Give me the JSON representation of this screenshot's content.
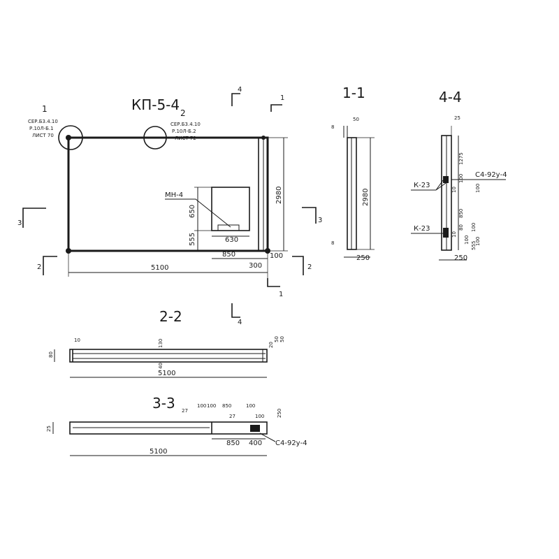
{
  "main_view": {
    "title": "КП-5-4",
    "callout_1": {
      "num": "1",
      "ref_line1": "СЕР.Б3.4.10",
      "ref_line2": "Р.10Л-Б.1",
      "ref_line3": "ЛИСТ 70"
    },
    "callout_2": {
      "num": "2",
      "ref_line1": "СЕР.Б3.4.10",
      "ref_line2": "Р.10Л-Б.2",
      "ref_line3": "ЛИСТ 72"
    },
    "embedded_label": "МН-4",
    "dims": {
      "h650": "650",
      "h555": "555",
      "w630": "630",
      "w850": "850",
      "w5100": "5100",
      "w300": "300",
      "w100": "100",
      "h2980": "2980"
    },
    "section_marks": {
      "s1_top": "1",
      "s1_bottom": "1",
      "s2_left": "2",
      "s2_right": "2",
      "s3_left": "3",
      "s3_right": "3",
      "s4_top": "4",
      "s4_bottom": "4"
    }
  },
  "section_1_1": {
    "title": "1-1",
    "dims": {
      "top_small": "8",
      "top": "50",
      "height": "2980",
      "bottom_small": "8",
      "width": "250"
    }
  },
  "section_4_4": {
    "title": "4-4",
    "labels": {
      "k23_top": "К-23",
      "k23_bottom": "К-23",
      "c4": "С4-92у-4"
    },
    "dims": {
      "top": "25",
      "d1275": "1275",
      "d100a": "100",
      "d100b": "100",
      "d10a": "10",
      "d850": "850",
      "d100c": "100",
      "d10b": "10",
      "d80": "80",
      "d100d": "100",
      "d555": "555",
      "d100e": "100",
      "width": "250"
    }
  },
  "section_2_2": {
    "title": "2-2",
    "dims": {
      "left_top": "10",
      "left_side": "80",
      "mid_top": "130",
      "mid_bottom": "40",
      "right_a": "20",
      "right_b": "50",
      "right_c": "50",
      "length": "5100"
    }
  },
  "section_3_3": {
    "title": "3-3",
    "dims": {
      "side": "25",
      "d27a": "27",
      "d100a": "100",
      "d100b": "100",
      "d850top": "850",
      "d100c": "100",
      "d27b": "27",
      "d100d": "100",
      "right": "250",
      "length": "5100",
      "d850": "850",
      "d400": "400"
    },
    "label_c4": "С4-92у-4"
  }
}
